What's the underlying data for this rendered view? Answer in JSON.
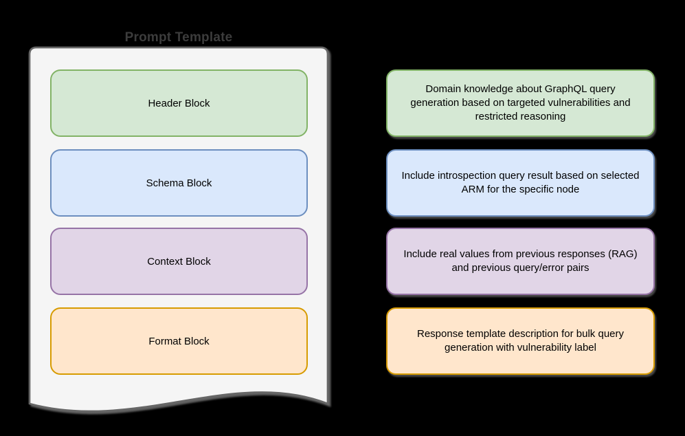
{
  "canvas": {
    "background": "#000000"
  },
  "diagram": {
    "title": "Prompt Template",
    "title_color": "#3c3c3c",
    "document": {
      "fill": "#f5f5f5",
      "stroke": "#666666"
    },
    "blocks": [
      {
        "label": "Header Block",
        "fill": "#d5e8d4",
        "stroke": "#82b366"
      },
      {
        "label": "Schema Block",
        "fill": "#dae8fc",
        "stroke": "#6c8ebf"
      },
      {
        "label": "Context Block",
        "fill": "#e1d5e7",
        "stroke": "#9673a6"
      },
      {
        "label": "Format Block",
        "fill": "#ffe6cc",
        "stroke": "#d79b00"
      }
    ],
    "descriptions": [
      {
        "text": "Domain knowledge about GraphQL query generation based on targeted vulnerabilities and restricted reasoning",
        "fill": "#d5e8d4",
        "stroke": "#82b366"
      },
      {
        "text": "Include introspection query result based on selected ARM for the specific node",
        "fill": "#dae8fc",
        "stroke": "#6c8ebf"
      },
      {
        "text": "Include real values from previous responses (RAG) and previous query/error pairs",
        "fill": "#e1d5e7",
        "stroke": "#9673a6"
      },
      {
        "text": "Response template description for bulk query generation with vulnerability label",
        "fill": "#ffe6cc",
        "stroke": "#d79b00"
      }
    ]
  }
}
